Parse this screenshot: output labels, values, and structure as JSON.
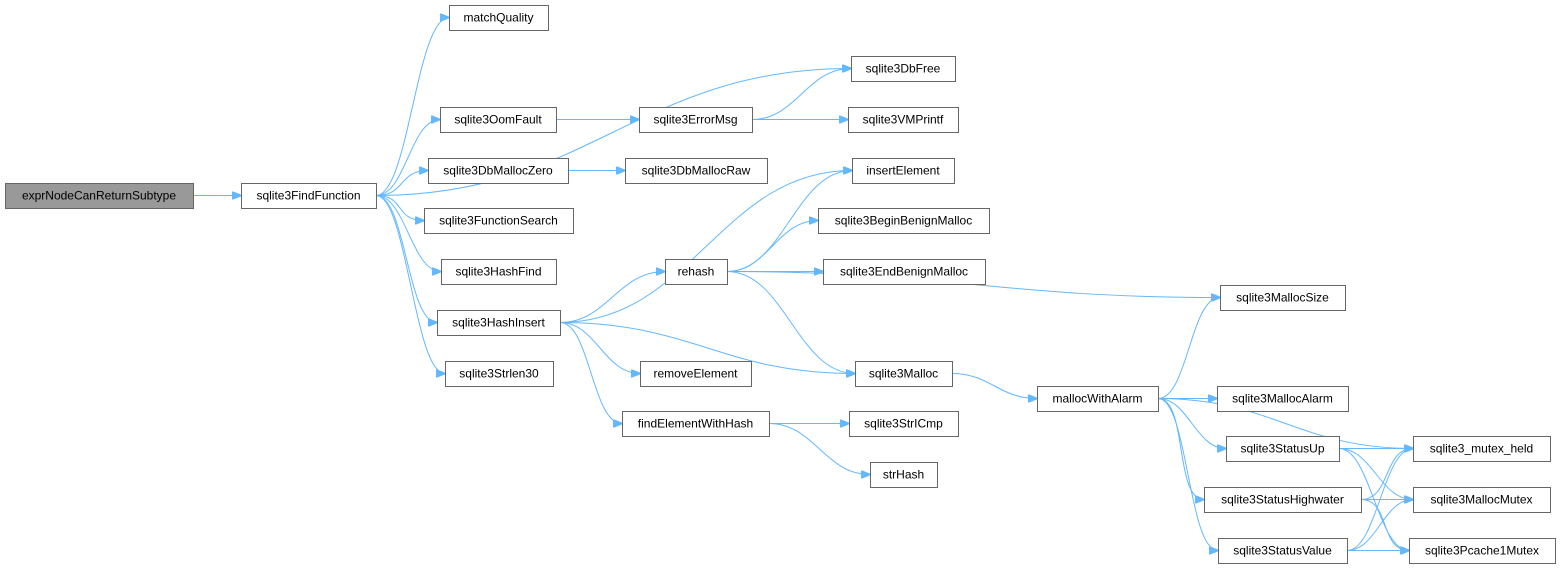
{
  "diagram": {
    "nodes": [
      {
        "id": "exprNodeCanReturnSubtype",
        "label": "exprNodeCanReturnSubtype",
        "root": true
      },
      {
        "id": "sqlite3FindFunction",
        "label": "sqlite3FindFunction"
      },
      {
        "id": "matchQuality",
        "label": "matchQuality"
      },
      {
        "id": "sqlite3OomFault",
        "label": "sqlite3OomFault"
      },
      {
        "id": "sqlite3DbMallocZero",
        "label": "sqlite3DbMallocZero"
      },
      {
        "id": "sqlite3FunctionSearch",
        "label": "sqlite3FunctionSearch"
      },
      {
        "id": "sqlite3HashFind",
        "label": "sqlite3HashFind"
      },
      {
        "id": "sqlite3HashInsert",
        "label": "sqlite3HashInsert"
      },
      {
        "id": "sqlite3Strlen30",
        "label": "sqlite3Strlen30"
      },
      {
        "id": "sqlite3ErrorMsg",
        "label": "sqlite3ErrorMsg"
      },
      {
        "id": "sqlite3DbMallocRaw",
        "label": "sqlite3DbMallocRaw"
      },
      {
        "id": "rehash",
        "label": "rehash"
      },
      {
        "id": "removeElement",
        "label": "removeElement"
      },
      {
        "id": "findElementWithHash",
        "label": "findElementWithHash"
      },
      {
        "id": "sqlite3DbFree",
        "label": "sqlite3DbFree"
      },
      {
        "id": "sqlite3VMPrintf",
        "label": "sqlite3VMPrintf"
      },
      {
        "id": "insertElement",
        "label": "insertElement"
      },
      {
        "id": "sqlite3BeginBenignMalloc",
        "label": "sqlite3BeginBenignMalloc"
      },
      {
        "id": "sqlite3EndBenignMalloc",
        "label": "sqlite3EndBenignMalloc"
      },
      {
        "id": "sqlite3Malloc",
        "label": "sqlite3Malloc"
      },
      {
        "id": "sqlite3StrICmp",
        "label": "sqlite3StrICmp"
      },
      {
        "id": "strHash",
        "label": "strHash"
      },
      {
        "id": "mallocWithAlarm",
        "label": "mallocWithAlarm"
      },
      {
        "id": "sqlite3MallocSize",
        "label": "sqlite3MallocSize"
      },
      {
        "id": "sqlite3MallocAlarm",
        "label": "sqlite3MallocAlarm"
      },
      {
        "id": "sqlite3StatusUp",
        "label": "sqlite3StatusUp"
      },
      {
        "id": "sqlite3StatusHighwater",
        "label": "sqlite3StatusHighwater"
      },
      {
        "id": "sqlite3StatusValue",
        "label": "sqlite3StatusValue"
      },
      {
        "id": "sqlite3_mutex_held",
        "label": "sqlite3_mutex_held"
      },
      {
        "id": "sqlite3MallocMutex",
        "label": "sqlite3MallocMutex"
      },
      {
        "id": "sqlite3Pcache1Mutex",
        "label": "sqlite3Pcache1Mutex"
      }
    ],
    "edges": [
      [
        "exprNodeCanReturnSubtype",
        "sqlite3FindFunction"
      ],
      [
        "sqlite3FindFunction",
        "matchQuality"
      ],
      [
        "sqlite3FindFunction",
        "sqlite3DbFree"
      ],
      [
        "sqlite3FindFunction",
        "sqlite3OomFault"
      ],
      [
        "sqlite3FindFunction",
        "sqlite3DbMallocZero"
      ],
      [
        "sqlite3FindFunction",
        "sqlite3FunctionSearch"
      ],
      [
        "sqlite3FindFunction",
        "sqlite3HashFind"
      ],
      [
        "sqlite3FindFunction",
        "sqlite3HashInsert"
      ],
      [
        "sqlite3FindFunction",
        "sqlite3Strlen30"
      ],
      [
        "sqlite3OomFault",
        "sqlite3ErrorMsg"
      ],
      [
        "sqlite3ErrorMsg",
        "sqlite3DbFree"
      ],
      [
        "sqlite3ErrorMsg",
        "sqlite3VMPrintf"
      ],
      [
        "sqlite3DbMallocZero",
        "sqlite3DbMallocRaw"
      ],
      [
        "sqlite3HashInsert",
        "insertElement"
      ],
      [
        "sqlite3HashInsert",
        "rehash"
      ],
      [
        "sqlite3HashInsert",
        "sqlite3Malloc"
      ],
      [
        "sqlite3HashInsert",
        "removeElement"
      ],
      [
        "sqlite3HashInsert",
        "findElementWithHash"
      ],
      [
        "rehash",
        "insertElement"
      ],
      [
        "rehash",
        "sqlite3BeginBenignMalloc"
      ],
      [
        "rehash",
        "sqlite3EndBenignMalloc"
      ],
      [
        "rehash",
        "sqlite3MallocSize"
      ],
      [
        "rehash",
        "sqlite3Malloc"
      ],
      [
        "findElementWithHash",
        "sqlite3StrICmp"
      ],
      [
        "findElementWithHash",
        "strHash"
      ],
      [
        "sqlite3Malloc",
        "mallocWithAlarm"
      ],
      [
        "mallocWithAlarm",
        "sqlite3MallocSize"
      ],
      [
        "mallocWithAlarm",
        "sqlite3_mutex_held"
      ],
      [
        "mallocWithAlarm",
        "sqlite3MallocAlarm"
      ],
      [
        "mallocWithAlarm",
        "sqlite3StatusUp"
      ],
      [
        "mallocWithAlarm",
        "sqlite3StatusHighwater"
      ],
      [
        "mallocWithAlarm",
        "sqlite3StatusValue"
      ],
      [
        "sqlite3StatusUp",
        "sqlite3_mutex_held"
      ],
      [
        "sqlite3StatusUp",
        "sqlite3MallocMutex"
      ],
      [
        "sqlite3StatusUp",
        "sqlite3Pcache1Mutex"
      ],
      [
        "sqlite3StatusHighwater",
        "sqlite3_mutex_held"
      ],
      [
        "sqlite3StatusHighwater",
        "sqlite3MallocMutex"
      ],
      [
        "sqlite3StatusHighwater",
        "sqlite3Pcache1Mutex"
      ],
      [
        "sqlite3StatusValue",
        "sqlite3_mutex_held"
      ],
      [
        "sqlite3StatusValue",
        "sqlite3MallocMutex"
      ],
      [
        "sqlite3StatusValue",
        "sqlite3Pcache1Mutex"
      ]
    ]
  }
}
